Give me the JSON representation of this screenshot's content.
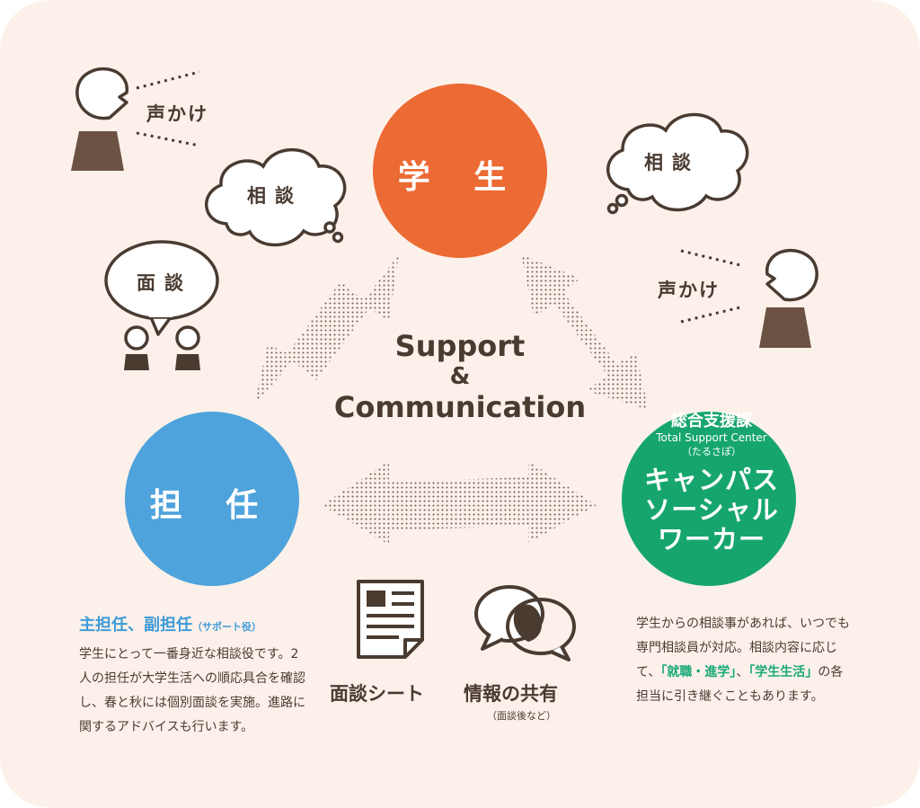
{
  "nodes": {
    "student": "学 生",
    "homeroom": "担 任",
    "csw": {
      "dept": "総合支援課",
      "dept_en": "Total Support Center",
      "dept_sub": "（たるさぽ）",
      "title_line1": "キャンパス",
      "title_line2": "ソーシャル",
      "title_line3": "ワーカー"
    }
  },
  "center": {
    "line1": "Support",
    "line2": "&",
    "line3": "Communication"
  },
  "bubbles": {
    "left_consult": "相談",
    "right_consult": "相談",
    "interview": "面談",
    "call_left": "声かけ",
    "call_right": "声かけ"
  },
  "icons": {
    "sheet_label": "面談シート",
    "share_label": "情報の共有",
    "share_sub": "（面談後など）"
  },
  "homeroom_text": {
    "heading": "主担任、副担任",
    "heading_sub": "（サポート役）",
    "body": "学生にとって一番身近な相談役です。2人の担任が大学生活への順応具合を確認し、春と秋には個別面談を実施。進路に関するアドバイスも行います。"
  },
  "csw_text": {
    "body_a": "学生からの相談事があれば、いつでも専門相談員が対応。相談内容に応じて、",
    "highlight_1": "「就職・進学」",
    "sep": "、",
    "highlight_2": "「学生生活」",
    "body_b": "の各担当に引き継ぐこともあります。"
  },
  "colors": {
    "background": "#fcf1ea",
    "student": "#ec6a34",
    "homeroom": "#4fa3dc",
    "csw": "#16a66d",
    "ink": "#4a3b31",
    "highlight": "#17a877"
  }
}
